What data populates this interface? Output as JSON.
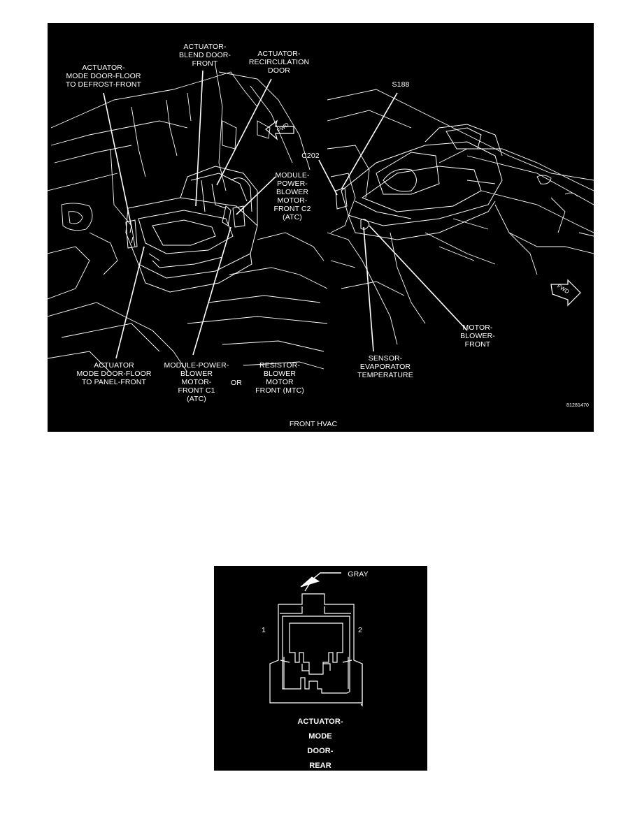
{
  "hvac_figure": {
    "caption": "FRONT HVAC",
    "figure_number": "81281470",
    "labels": {
      "actuator_mode_door_floor_defrost": "ACTUATOR-\nMODE DOOR-FLOOR\nTO DEFROST-FRONT",
      "actuator_blend_door": "ACTUATOR-\nBLEND DOOR-\nFRONT",
      "actuator_recirculation_door": "ACTUATOR-\nRECIRCULATION\nDOOR",
      "s188": "S188",
      "c202": "C202",
      "module_power_blower_c2": "MODULE-\nPOWER-\nBLOWER\nMOTOR-\nFRONT C2\n(ATC)",
      "actuator_mode_door_floor_panel": "ACTUATOR\nMODE DOOR-FLOOR\nTO PANEL-FRONT",
      "module_power_blower_c1": "MODULE-POWER-\nBLOWER\nMOTOR-\nFRONT C1\n(ATC)",
      "or_text": "OR",
      "resistor_blower_motor": "RESISTOR-\nBLOWER\nMOTOR\nFRONT (MTC)",
      "sensor_evaporator_temp": "SENSOR-\nEVAPORATOR\nTEMPERATURE",
      "motor_blower_front": "MOTOR-\nBLOWER-\nFRONT",
      "fwd_left": "FWD",
      "fwd_right": "FWD"
    }
  },
  "connector_figure": {
    "color_label": "GRAY",
    "pin_1": "1",
    "pin_2": "2",
    "title": "ACTUATOR-\nMODE\nDOOR-\nREAR"
  }
}
